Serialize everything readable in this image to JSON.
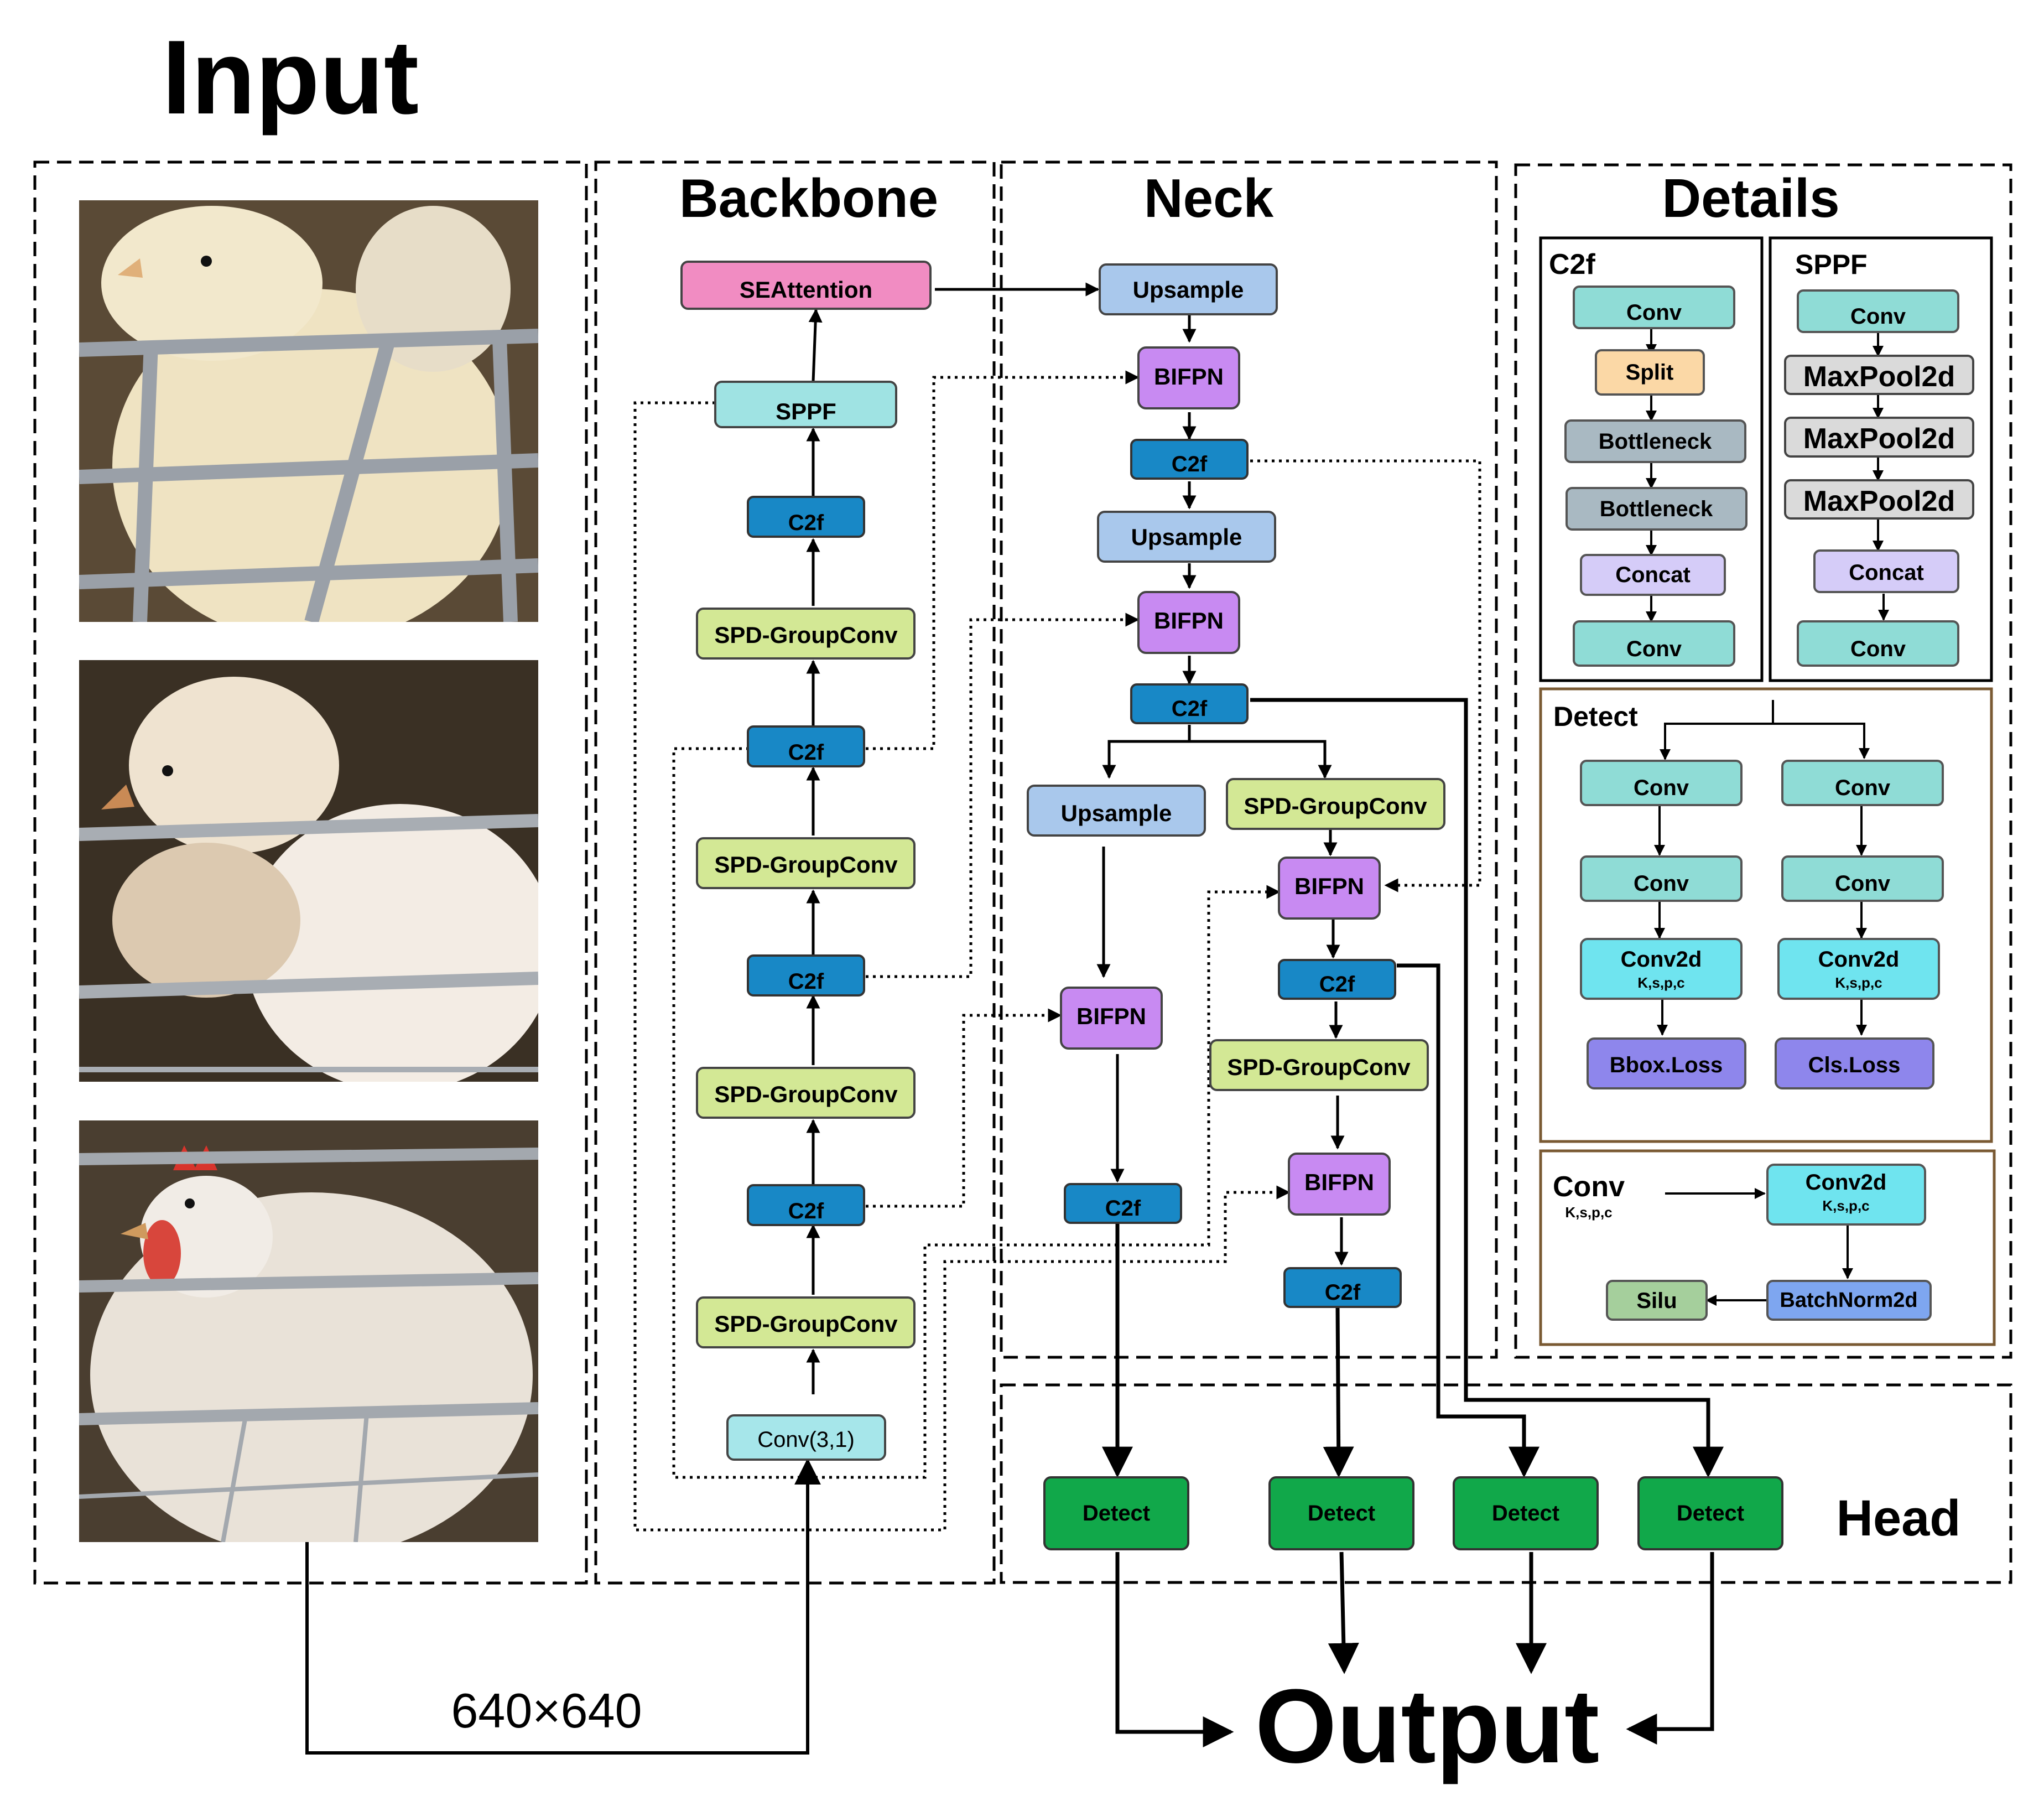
{
  "labels": {
    "input": "Input",
    "backbone": "Backbone",
    "neck": "Neck",
    "details": "Details",
    "head": "Head",
    "output": "Output",
    "size": "640×640"
  },
  "colors": {
    "seattention": "#f18cc2",
    "sppf": "#9fe3e3",
    "c2f": "#1888c6",
    "spd": "#d3e895",
    "conv_in": "#a6e6ea",
    "upsample": "#a9c8ec",
    "bifpn": "#c88af2",
    "detect": "#11a84a",
    "split": "#fbd8a6",
    "bottleneck": "#a9b9c2",
    "concat": "#d5ccf8",
    "maxpool": "#dadada",
    "conv_detail": "#8fdcd6",
    "conv2d": "#6fe4ef",
    "loss": "#8e86ec",
    "silu": "#a5cf9c",
    "batchnorm": "#7ea6f0",
    "panel_border_brown": "#7a5a33"
  },
  "backbone": {
    "seattention": "SEAttention",
    "sppf": "SPPF",
    "c2f": "C2f",
    "spd": "SPD-GroupConv",
    "conv_in": "Conv(3,1)"
  },
  "neck": {
    "upsample": "Upsample",
    "bifpn": "BIFPN",
    "c2f": "C2f",
    "spd": "SPD-GroupConv"
  },
  "head": {
    "detect": "Detect"
  },
  "details": {
    "c2f_title": "C2f",
    "sppf_title": "SPPF",
    "detect_title": "Detect",
    "conv_title": "Conv",
    "conv_params": "K,s,p,c",
    "conv": "Conv",
    "split": "Split",
    "bottleneck": "Bottleneck",
    "concat": "Concat",
    "maxpool": "MaxPool2d",
    "conv2d": "Conv2d",
    "bbox_loss": "Bbox.Loss",
    "cls_loss": "Cls.Loss",
    "silu": "Silu",
    "batchnorm": "BatchNorm2d"
  }
}
